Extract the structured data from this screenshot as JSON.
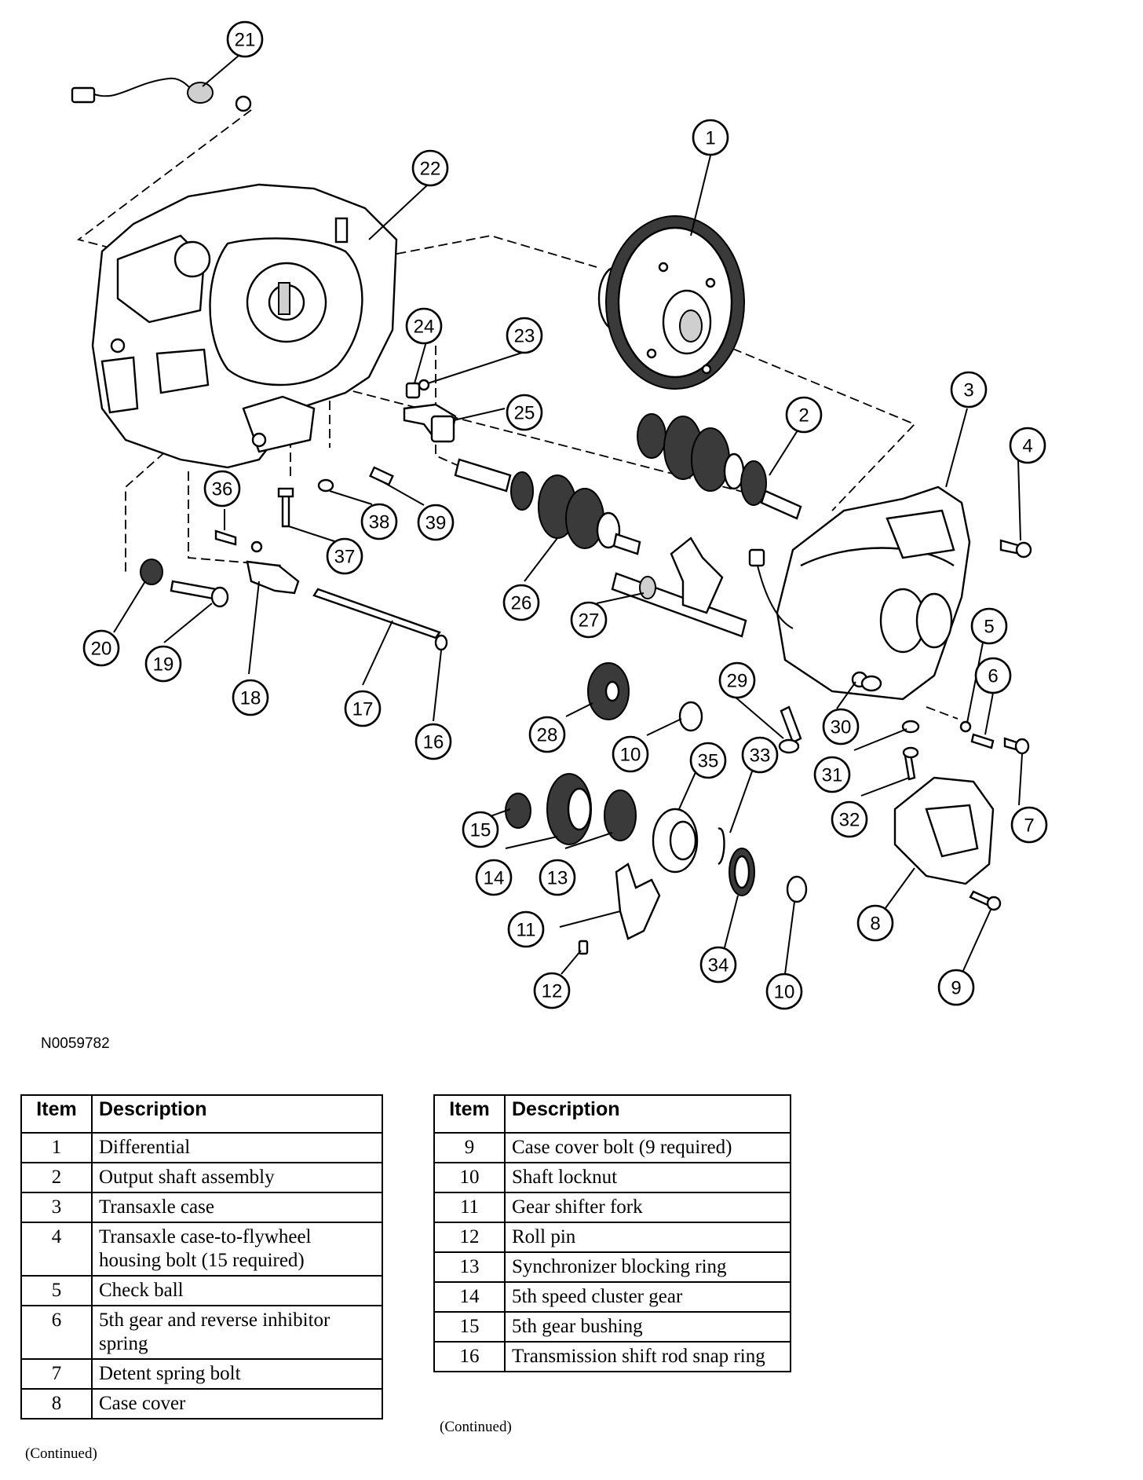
{
  "figure_code": "N0059782",
  "callouts": [
    "21",
    "22",
    "1",
    "24",
    "23",
    "3",
    "25",
    "2",
    "4",
    "36",
    "38",
    "39",
    "37",
    "26",
    "27",
    "5",
    "20",
    "19",
    "18",
    "17",
    "16",
    "6",
    "29",
    "28",
    "10",
    "30",
    "35",
    "33",
    "31",
    "7",
    "15",
    "32",
    "14",
    "13",
    "11",
    "8",
    "12",
    "34",
    "10",
    "9"
  ],
  "table_left": {
    "header_item": "Item",
    "header_desc": "Description",
    "rows": [
      {
        "item": "1",
        "desc": "Differential"
      },
      {
        "item": "2",
        "desc": "Output shaft assembly"
      },
      {
        "item": "3",
        "desc": "Transaxle case"
      },
      {
        "item": "4",
        "desc": "Transaxle case-to-flywheel housing bolt (15 required)"
      },
      {
        "item": "5",
        "desc": "Check ball"
      },
      {
        "item": "6",
        "desc": "5th gear and reverse inhibitor spring"
      },
      {
        "item": "7",
        "desc": "Detent spring bolt"
      },
      {
        "item": "8",
        "desc": "Case cover"
      }
    ],
    "continued": "(Continued)"
  },
  "table_right": {
    "header_item": "Item",
    "header_desc": "Description",
    "rows": [
      {
        "item": "9",
        "desc": "Case cover bolt (9 required)"
      },
      {
        "item": "10",
        "desc": "Shaft locknut"
      },
      {
        "item": "11",
        "desc": "Gear shifter fork"
      },
      {
        "item": "12",
        "desc": "Roll pin"
      },
      {
        "item": "13",
        "desc": "Synchronizer blocking ring"
      },
      {
        "item": "14",
        "desc": "5th speed cluster gear"
      },
      {
        "item": "15",
        "desc": "5th gear bushing"
      },
      {
        "item": "16",
        "desc": "Transmission shift rod snap ring"
      }
    ],
    "continued": "(Continued)"
  }
}
